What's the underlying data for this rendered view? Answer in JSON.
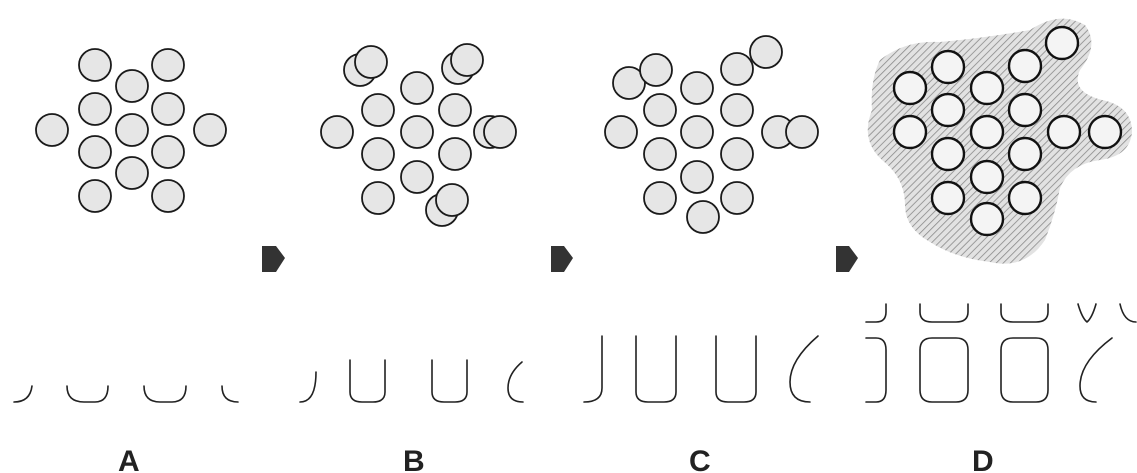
{
  "figure": {
    "panels": [
      {
        "label": "A"
      },
      {
        "label": "B"
      },
      {
        "label": "C"
      },
      {
        "label": "D"
      }
    ],
    "colors": {
      "ink": "#222222",
      "particle_fill": "#e6e6e6",
      "hatch": "#8a8a8a",
      "arrow": "#333333"
    },
    "icons": [
      "arrow-right-icon"
    ]
  }
}
